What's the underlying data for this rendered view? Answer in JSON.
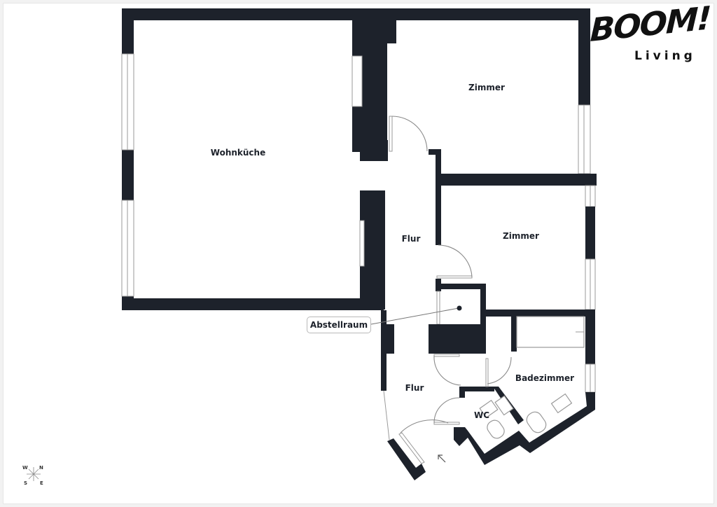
{
  "brand": {
    "name": "BOOM!",
    "tagline": "Living"
  },
  "compass": {
    "w": "W",
    "n": "N",
    "s": "S",
    "e": "E"
  },
  "rooms": {
    "wohnkueche": "Wohnküche",
    "zimmer_top": "Zimmer",
    "zimmer_mid": "Zimmer",
    "flur_upper": "Flur",
    "flur_lower": "Flur",
    "abstellraum": "Abstellraum",
    "badezimmer": "Badezimmer",
    "wc": "WC"
  },
  "colors": {
    "wall": "#1d222b",
    "background": "#ffffff",
    "window": "#9a9a9a"
  }
}
